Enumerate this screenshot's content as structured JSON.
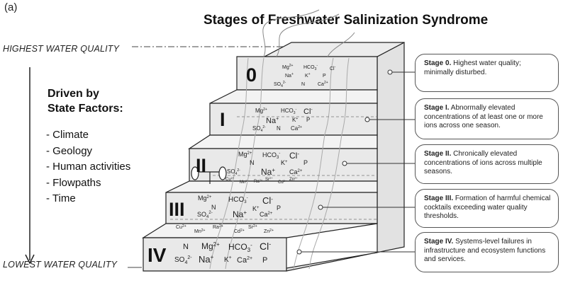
{
  "panel_label": "(a)",
  "title": "Stages of Freshwater Salinization Syndrome",
  "quality": {
    "high": "HIGHEST WATER QUALITY",
    "low": "LOWEST WATER QUALITY"
  },
  "drivers": {
    "heading_line1": "Driven by",
    "heading_line2": "State Factors:",
    "factors": [
      "- Climate",
      "- Geology",
      "- Human activities",
      "- Flowpaths",
      "- Time"
    ]
  },
  "steps": [
    {
      "numeral": "0"
    },
    {
      "numeral": "I"
    },
    {
      "numeral": "II"
    },
    {
      "numeral": "III"
    },
    {
      "numeral": "IV"
    }
  ],
  "ions": {
    "mg": "Mg",
    "mg_sup": "2+",
    "hco": "HCO",
    "hco_sub": "3",
    "hco_sup": "-",
    "cl": "Cl",
    "cl_sup": "-",
    "na": "Na",
    "na_sup": "+",
    "k": "K",
    "k_sup": "+",
    "p": "P",
    "so": "SO",
    "so_sub": "4",
    "so_sup": "2-",
    "n": "N",
    "ca": "Ca",
    "ca_sup": "2+",
    "cu": "Cu",
    "cu_sup": "2+",
    "mn": "Mn",
    "mn_sup": "2+",
    "ra": "Ra",
    "ra_sup": "2+",
    "sr": "Sr",
    "sr_sup": "2+",
    "cd": "Cd",
    "cd_sup": "2+",
    "zn": "Zn",
    "zn_sup": "2+"
  },
  "stages": [
    {
      "title": "Stage 0.",
      "text": " Highest water quality; minimally disturbed."
    },
    {
      "title": "Stage I.",
      "text": " Abnormally elevated concentrations of at least one or more ions across one season."
    },
    {
      "title": "Stage II.",
      "text": " Chronically elevated concentrations of ions across multiple seasons."
    },
    {
      "title": "Stage III.",
      "text": " Formation of harmful chemical cocktails exceeding water quality thresholds."
    },
    {
      "title": "Stage IV.",
      "text": " Systems-level failures in infrastructure and ecosystem functions and services."
    }
  ]
}
